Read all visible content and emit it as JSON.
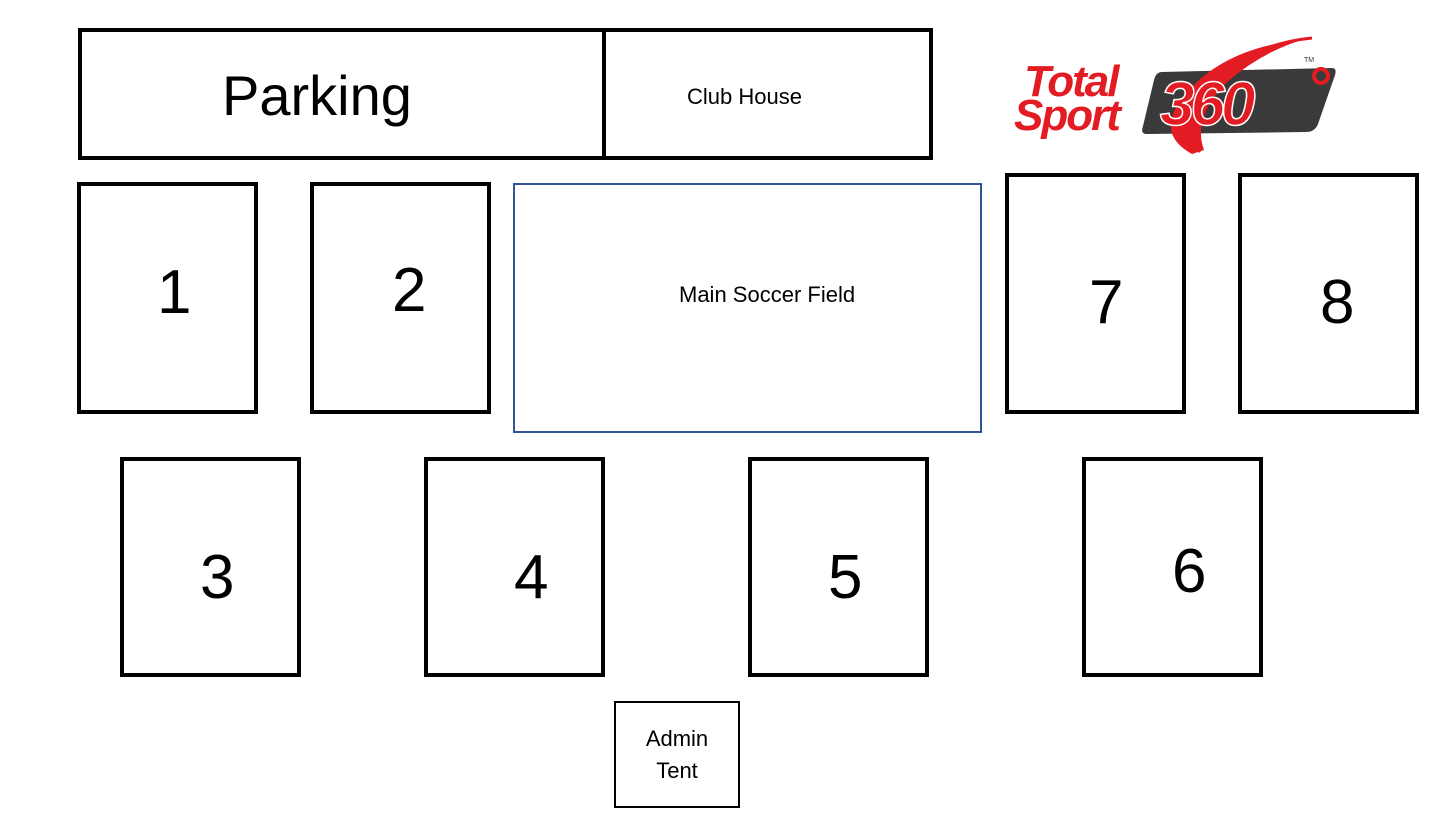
{
  "map": {
    "parking": "Parking",
    "club_house": "Club House",
    "main_field": "Main Soccer Field",
    "admin_tent": [
      "Admin",
      "Tent"
    ],
    "fields": {
      "f1": "1",
      "f2": "2",
      "f3": "3",
      "f4": "4",
      "f5": "5",
      "f6": "6",
      "f7": "7",
      "f8": "8"
    }
  },
  "logo": {
    "word1": "Total",
    "word2": "Sport",
    "number": "360",
    "degree": "o",
    "tm": "TM",
    "brand_red": "#e31b23",
    "swoosh_grey": "#3a3a3a"
  }
}
